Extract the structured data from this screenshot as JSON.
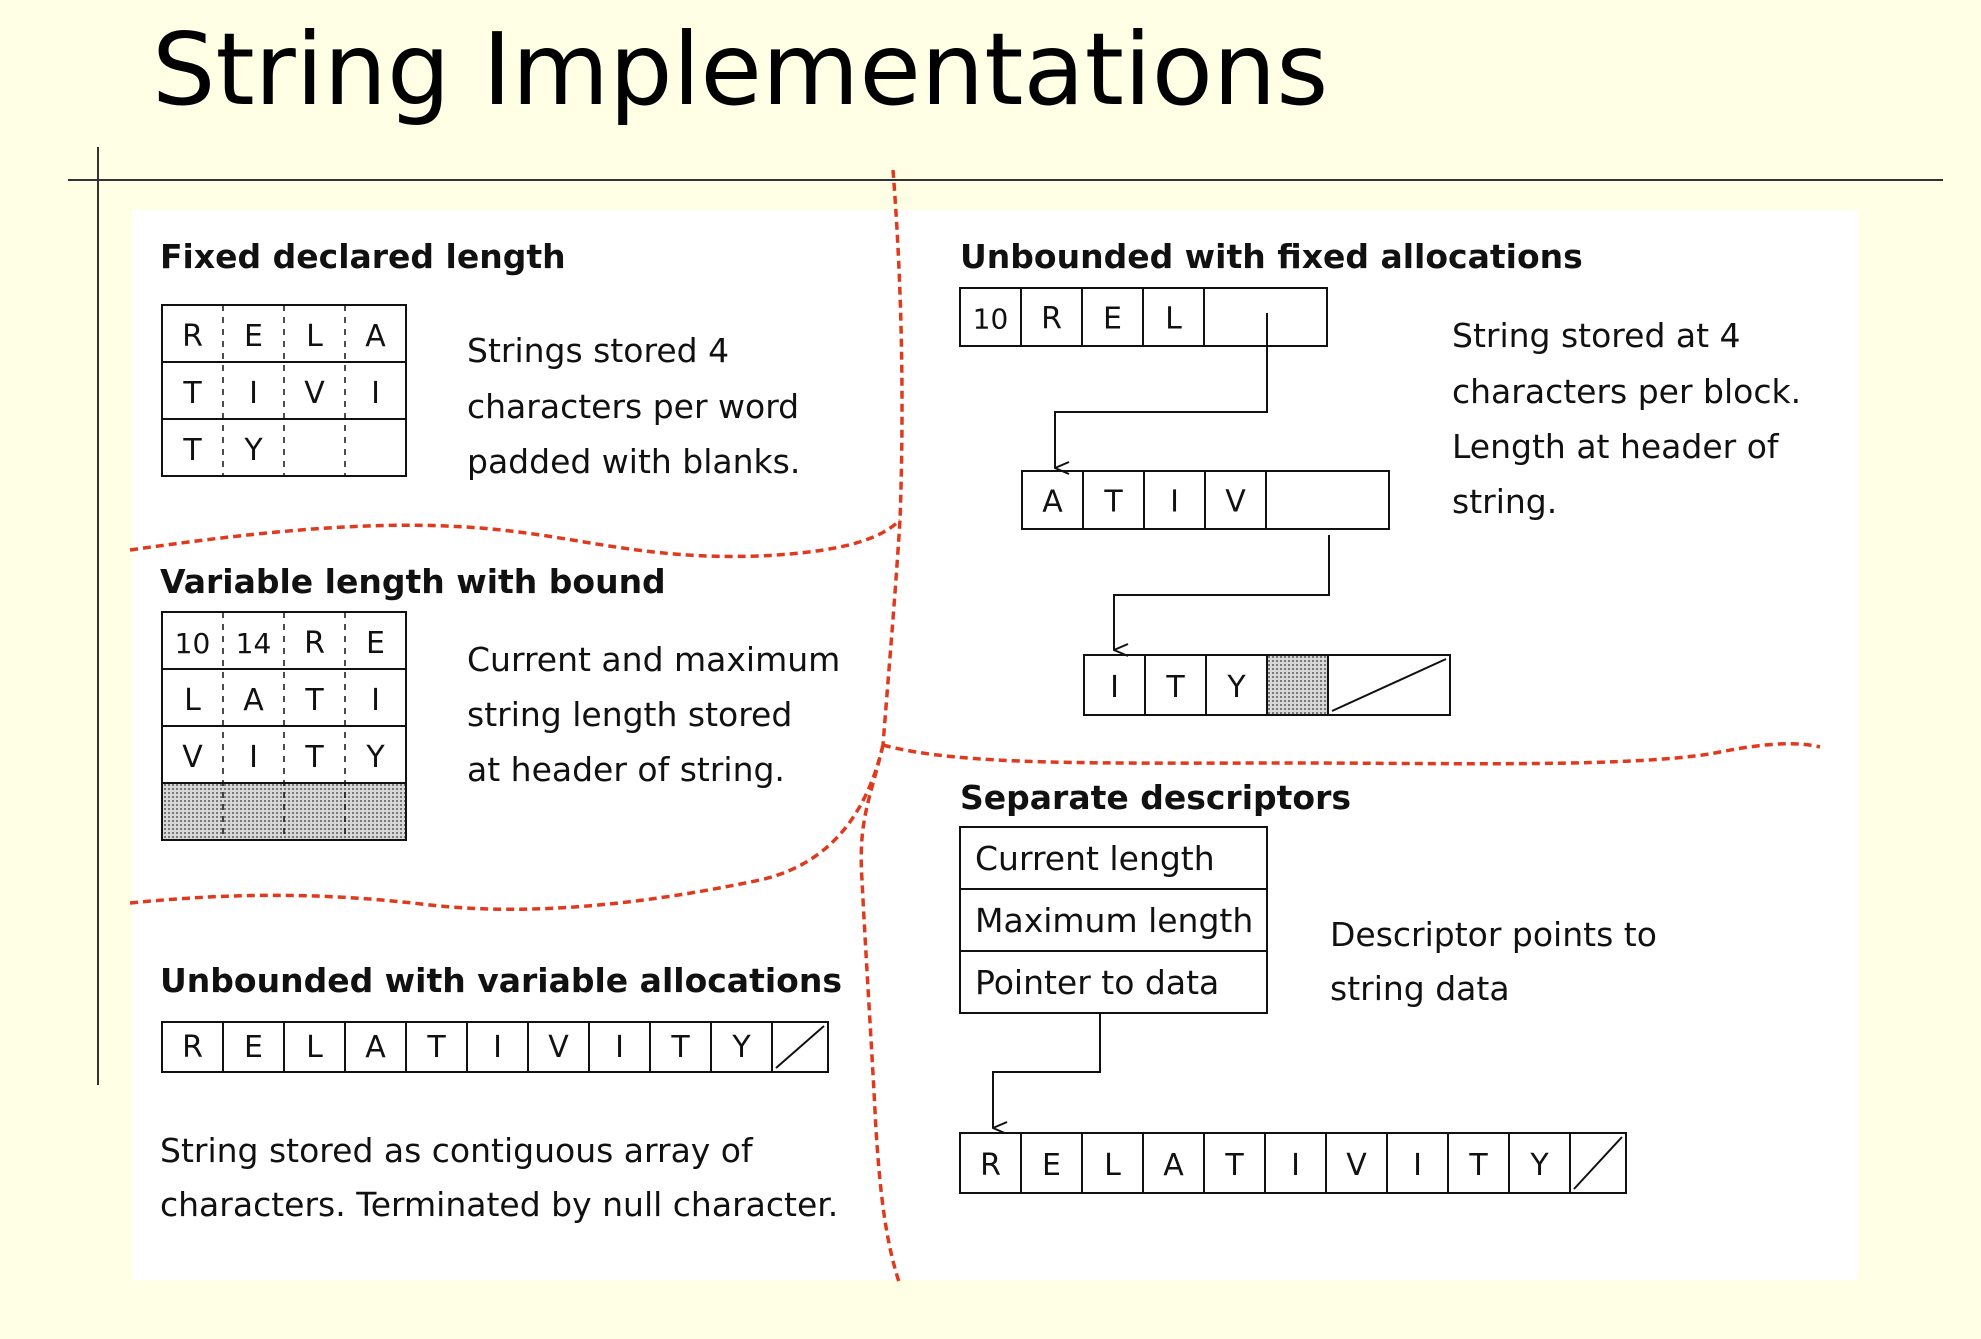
{
  "title": "String Implementations",
  "colors": {
    "background": "#FFFFE5",
    "panel": "#FFFFFF",
    "divider": "#E03A1E",
    "ink": "#111111",
    "shade": "#C9C9C9"
  },
  "fixed": {
    "heading": "Fixed declared length",
    "grid": [
      [
        "R",
        "E",
        "L",
        "A"
      ],
      [
        "T",
        "I",
        "V",
        "I"
      ],
      [
        "T",
        "Y",
        "",
        ""
      ]
    ],
    "desc": [
      "Strings stored 4",
      "characters per word",
      "padded with blanks."
    ]
  },
  "variable": {
    "heading": "Variable length with bound",
    "grid": [
      [
        "10",
        "14",
        "R",
        "E"
      ],
      [
        "L",
        "A",
        "T",
        "I"
      ],
      [
        "V",
        "I",
        "T",
        "Y"
      ]
    ],
    "desc": [
      "Current and maximum",
      "string length stored",
      "at header of string."
    ]
  },
  "unbounded_var": {
    "heading": "Unbounded with variable allocations",
    "cells": [
      "R",
      "E",
      "L",
      "A",
      "T",
      "I",
      "V",
      "I",
      "T",
      "Y"
    ],
    "desc": [
      "String stored as contiguous array of",
      "characters. Terminated by null character."
    ]
  },
  "unbounded_fixed": {
    "heading": "Unbounded with fixed allocations",
    "block1": [
      "10",
      "R",
      "E",
      "L"
    ],
    "block2": [
      "A",
      "T",
      "I",
      "V"
    ],
    "block3": [
      "I",
      "T",
      "Y"
    ],
    "desc": [
      "String stored at 4",
      "characters per block.",
      "Length at header of",
      "string."
    ]
  },
  "descriptors": {
    "heading": "Separate descriptors",
    "rows": [
      "Current length",
      "Maximum length",
      "Pointer to data"
    ],
    "desc": [
      "Descriptor points to",
      "string data"
    ],
    "cells": [
      "R",
      "E",
      "L",
      "A",
      "T",
      "I",
      "V",
      "I",
      "T",
      "Y"
    ]
  }
}
